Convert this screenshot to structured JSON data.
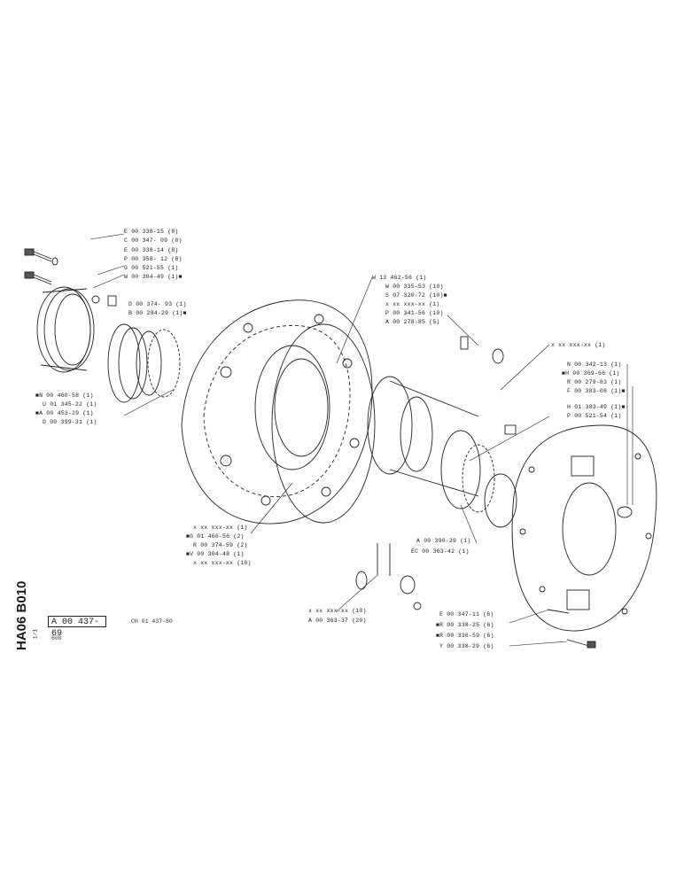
{
  "sheet": {
    "code": "HA06 B010",
    "side_small": "1/1",
    "part_box": "A 00 437-69",
    "ref_text": "CH 01 437-80",
    "model": "600"
  },
  "labels_top_left": [
    "E 00 338-15 (8)",
    "C 00 347- 09 (8)",
    "E 00 338-14 (8)",
    "P 00 358- 12 (8)",
    "G 00 521-55 (1)",
    "W 00 304-49 (1)■"
  ],
  "labels_mid_left": [
    "D 00 374- 93 (1)",
    "B 00 284-29 (1)■"
  ],
  "labels_left": [
    "■N 00 460-58 (1)",
    "U 01 345-22 (1)",
    "■A 00 453-29 (1)",
    "D 00 399-31 (1)"
  ],
  "labels_top_center": [
    "W 13 462-56 (1)",
    "W 00 335-53 (10)",
    "S 07 320-72 (10)■",
    "x xx xxx-xx (1)",
    "P 00 341-56 (10)",
    "A 00 278-85 (5)"
  ],
  "label_xx_right": "x xx xxx-xx (1)",
  "labels_right": [
    "N 00 342-13 (1)",
    "■H 00 369-66 (1)",
    "R 00 279-83 (1)",
    "F 00 303-08 (1)■",
    "H 01 303-49 (1)■",
    "P 00 521-54 (1)"
  ],
  "labels_bottom_left": [
    "x xx xxx-xx (1)",
    "■G 01 460-56 (2)",
    "R 00 374-59 (2)",
    "■V 00 304-48 (1)",
    "x xx xxx-xx (10)"
  ],
  "labels_center_bottom": [
    "A 00 390-29 (1)",
    "EC 00 363-42 (1)"
  ],
  "labels_bottom_center": [
    "x xx xxx-xx (10)",
    "A 00 363-37 (20)"
  ],
  "labels_bottom_right": [
    "E 00 347-11 (6)",
    "■R 00 338-25 (6)",
    "■R 00 336-59 (6)",
    "Y 00 338-29 (6)"
  ]
}
